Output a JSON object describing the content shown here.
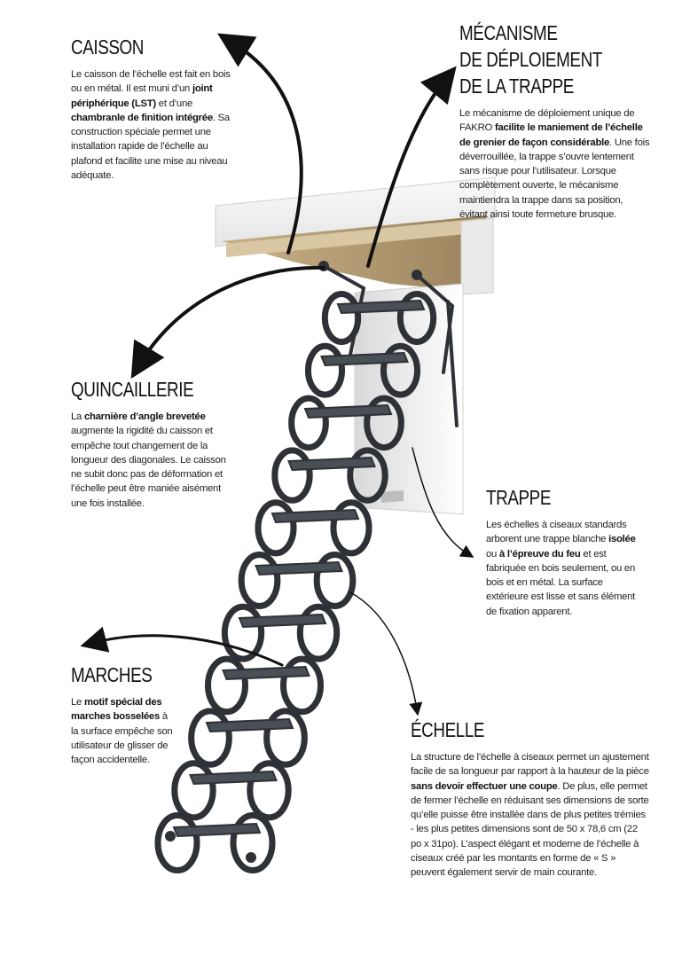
{
  "sections": {
    "caisson": {
      "title": "CAISSON",
      "p1": "Le caisson de l’échelle est fait en bois ou en métal. Il est muni d’un ",
      "b1": "joint périphérique (LST)",
      "p2": " et d’une ",
      "b2": "chambranle de finition intégrée",
      "p3": ". Sa construction spéciale permet une installation rapide de l’échelle au plafond et facilite une mise au niveau adéquate."
    },
    "mecanisme": {
      "title_lines": [
        "MÉCANISME",
        "DE DÉPLOIEMENT",
        "DE LA TRAPPE"
      ],
      "p1": "Le mécanisme de déploiement unique de FAKRO ",
      "b1": "facilite le maniement de l’échelle de grenier de façon considérable",
      "p2": ". Une fois déverrouillée, la trappe s’ouvre lentement sans risque pour l’utilisateur. Lorsque complètement ouverte, le mécanisme maintiendra la trappe dans sa position, évitant ainsi toute fermeture brusque."
    },
    "quincaillerie": {
      "title": "QUINCAILLERIE",
      "p1": "La ",
      "b1": "charnière d’angle brevetée",
      "p2": " augmente la rigidité du caisson et empêche tout changement de la longueur des diagonales. Le caisson ne subit donc pas de déformation et l’échelle peut être maniée aisément une fois installée."
    },
    "trappe": {
      "title": "TRAPPE",
      "p1": "Les échelles à ciseaux standards arborent une trappe blanche ",
      "b1": "isolée",
      "p2": " ou ",
      "b2": "à l’épreuve du feu",
      "p3": " et est fabriquée en bois seulement, ou en bois et en métal. La surface extérieure est lisse et sans élément de fixation apparent."
    },
    "marches": {
      "title": "MARCHES",
      "p1": "Le ",
      "b1": "motif spécial des marches bosselées",
      "p2": " à la surface empêche son utilisateur de glisser de façon accidentelle."
    },
    "echelle": {
      "title": "ÉCHELLE",
      "p1": "La structure de l’échelle à ciseaux permet un ajustement facile de sa longueur par rapport à la hauteur de la pièce ",
      "b1": "sans devoir effectuer une coupe",
      "p2": ". De plus, elle permet de fermer l’échelle en réduisant ses dimensions de sorte qu’elle puisse être installée dans de plus petites trémies - les plus petites dimensions sont de 50 x 78,6 cm (22 po x 31po). L’aspect élégant et moderne de l’échelle à ciseaux créé par les montants en forme de « S » peuvent également servir de main courante."
    }
  },
  "colors": {
    "ladder": "#2e3136",
    "ladder_highlight": "#4a4e55",
    "frame_white": "#f4f4f4",
    "wood": "#a88d62",
    "arrow": "#111111"
  }
}
